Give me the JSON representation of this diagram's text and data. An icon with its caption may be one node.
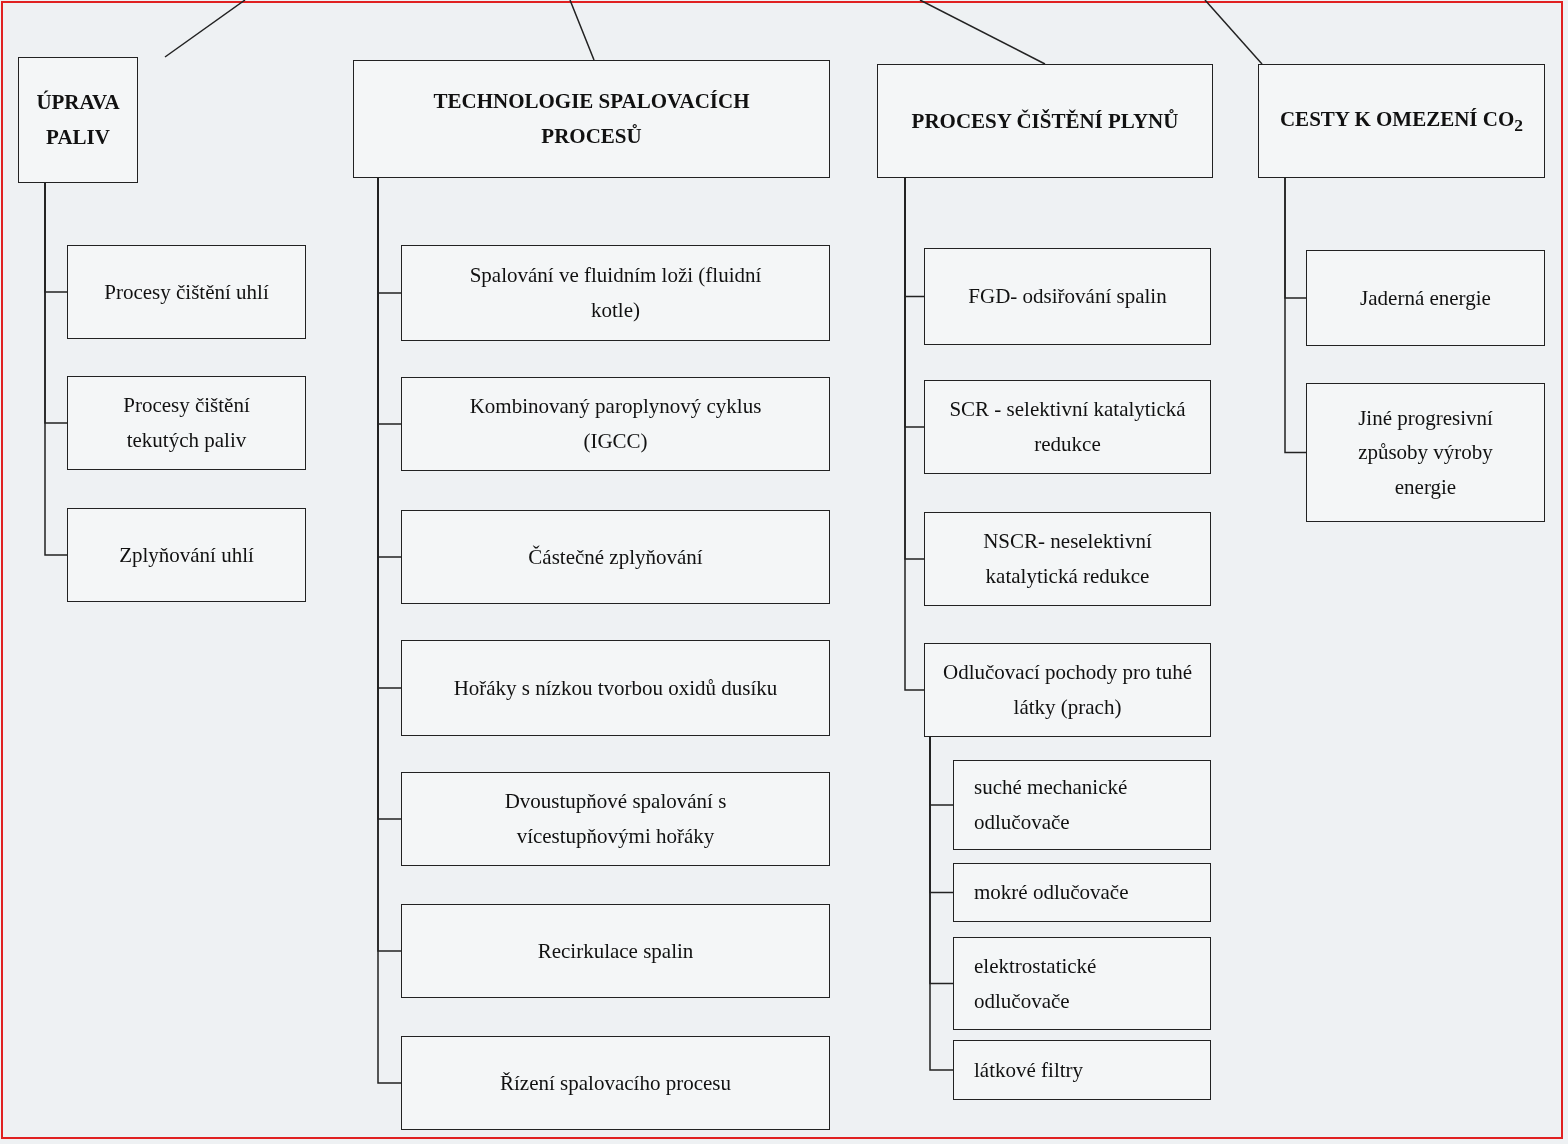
{
  "diagram": {
    "nodes": [
      {
        "text": [
          "ÚPRAVA PALIV"
        ]
      },
      {
        "text": [
          "TECHNOLOGIE SPALOVACÍCH PROCESŮ"
        ]
      },
      {
        "text": [
          "PROCESY ČIŠTĚNÍ PLYNŮ"
        ]
      },
      {
        "text": [
          "CESTY K OMEZENÍ CO$_{2}$"
        ]
      },
      {
        "text": [
          "Procesy čištění uhlí"
        ]
      },
      {
        "text": [
          "Procesy čištění tekutých paliv"
        ]
      },
      {
        "text": [
          "Zplyňování uhlí"
        ]
      },
      {
        "text": [
          "Spalování ve fluidním loži (fluidní kotle)"
        ]
      },
      {
        "text": [
          "Kombinovaný paroplynový cyklus (IGCC)"
        ]
      },
      {
        "text": [
          "Částečné zplyňování"
        ]
      },
      {
        "text": [
          "Hořáky s nízkou tvorbou oxidů dusíku"
        ]
      },
      {
        "text": [
          "Dvoustupňové spalování s vícestupňovými hořáky"
        ]
      },
      {
        "text": [
          "Recirkulace spalin"
        ]
      },
      {
        "text": [
          "Řízení spalovacího procesu"
        ]
      },
      {
        "text": [
          "FGD- odsiřování spalin"
        ]
      },
      {
        "text": [
          "SCR - selektivní katalytická redukce"
        ]
      },
      {
        "text": [
          "NSCR- neselektivní katalytická redukce"
        ]
      },
      {
        "text": [
          "Odlučovací pochody pro tuhé látky (prach)"
        ]
      },
      {
        "text": [
          "suché mechanické odlučovače"
        ]
      },
      {
        "text": [
          "mokré odlučovače"
        ]
      },
      {
        "text": [
          "elektrostatické odlučovače"
        ]
      },
      {
        "text": [
          "látkové filtry"
        ]
      },
      {
        "text": [
          "Jaderná energie"
        ]
      },
      {
        "text": [
          "Jiné progresivní způsoby výroby energie"
        ]
      }
    ],
    "edges": [
      {
        "from": null,
        "to": 0,
        "arrow": "none"
      },
      {
        "from": null,
        "to": 1,
        "arrow": "none"
      },
      {
        "from": null,
        "to": 2,
        "arrow": "none"
      },
      {
        "from": null,
        "to": 3,
        "arrow": "none"
      },
      {
        "from": 0,
        "to": 4,
        "arrow": "none"
      },
      {
        "from": 0,
        "to": 5,
        "arrow": "none"
      },
      {
        "from": 0,
        "to": 6,
        "arrow": "none"
      },
      {
        "from": 1,
        "to": 7,
        "arrow": "none"
      },
      {
        "from": 1,
        "to": 8,
        "arrow": "none"
      },
      {
        "from": 1,
        "to": 9,
        "arrow": "none"
      },
      {
        "from": 1,
        "to": 10,
        "arrow": "none"
      },
      {
        "from": 1,
        "to": 11,
        "arrow": "none"
      },
      {
        "from": 1,
        "to": 12,
        "arrow": "none"
      },
      {
        "from": 1,
        "to": 13,
        "arrow": "none"
      },
      {
        "from": 2,
        "to": 14,
        "arrow": "none"
      },
      {
        "from": 2,
        "to": 15,
        "arrow": "none"
      },
      {
        "from": 2,
        "to": 16,
        "arrow": "none"
      },
      {
        "from": 2,
        "to": 17,
        "arrow": "none"
      },
      {
        "from": 17,
        "to": 18,
        "arrow": "none"
      },
      {
        "from": 17,
        "to": 19,
        "arrow": "none"
      },
      {
        "from": 17,
        "to": 20,
        "arrow": "none"
      },
      {
        "from": 17,
        "to": 21,
        "arrow": "none"
      },
      {
        "from": 3,
        "to": 22,
        "arrow": "none"
      },
      {
        "from": 3,
        "to": 23,
        "arrow": "none"
      }
    ]
  }
}
